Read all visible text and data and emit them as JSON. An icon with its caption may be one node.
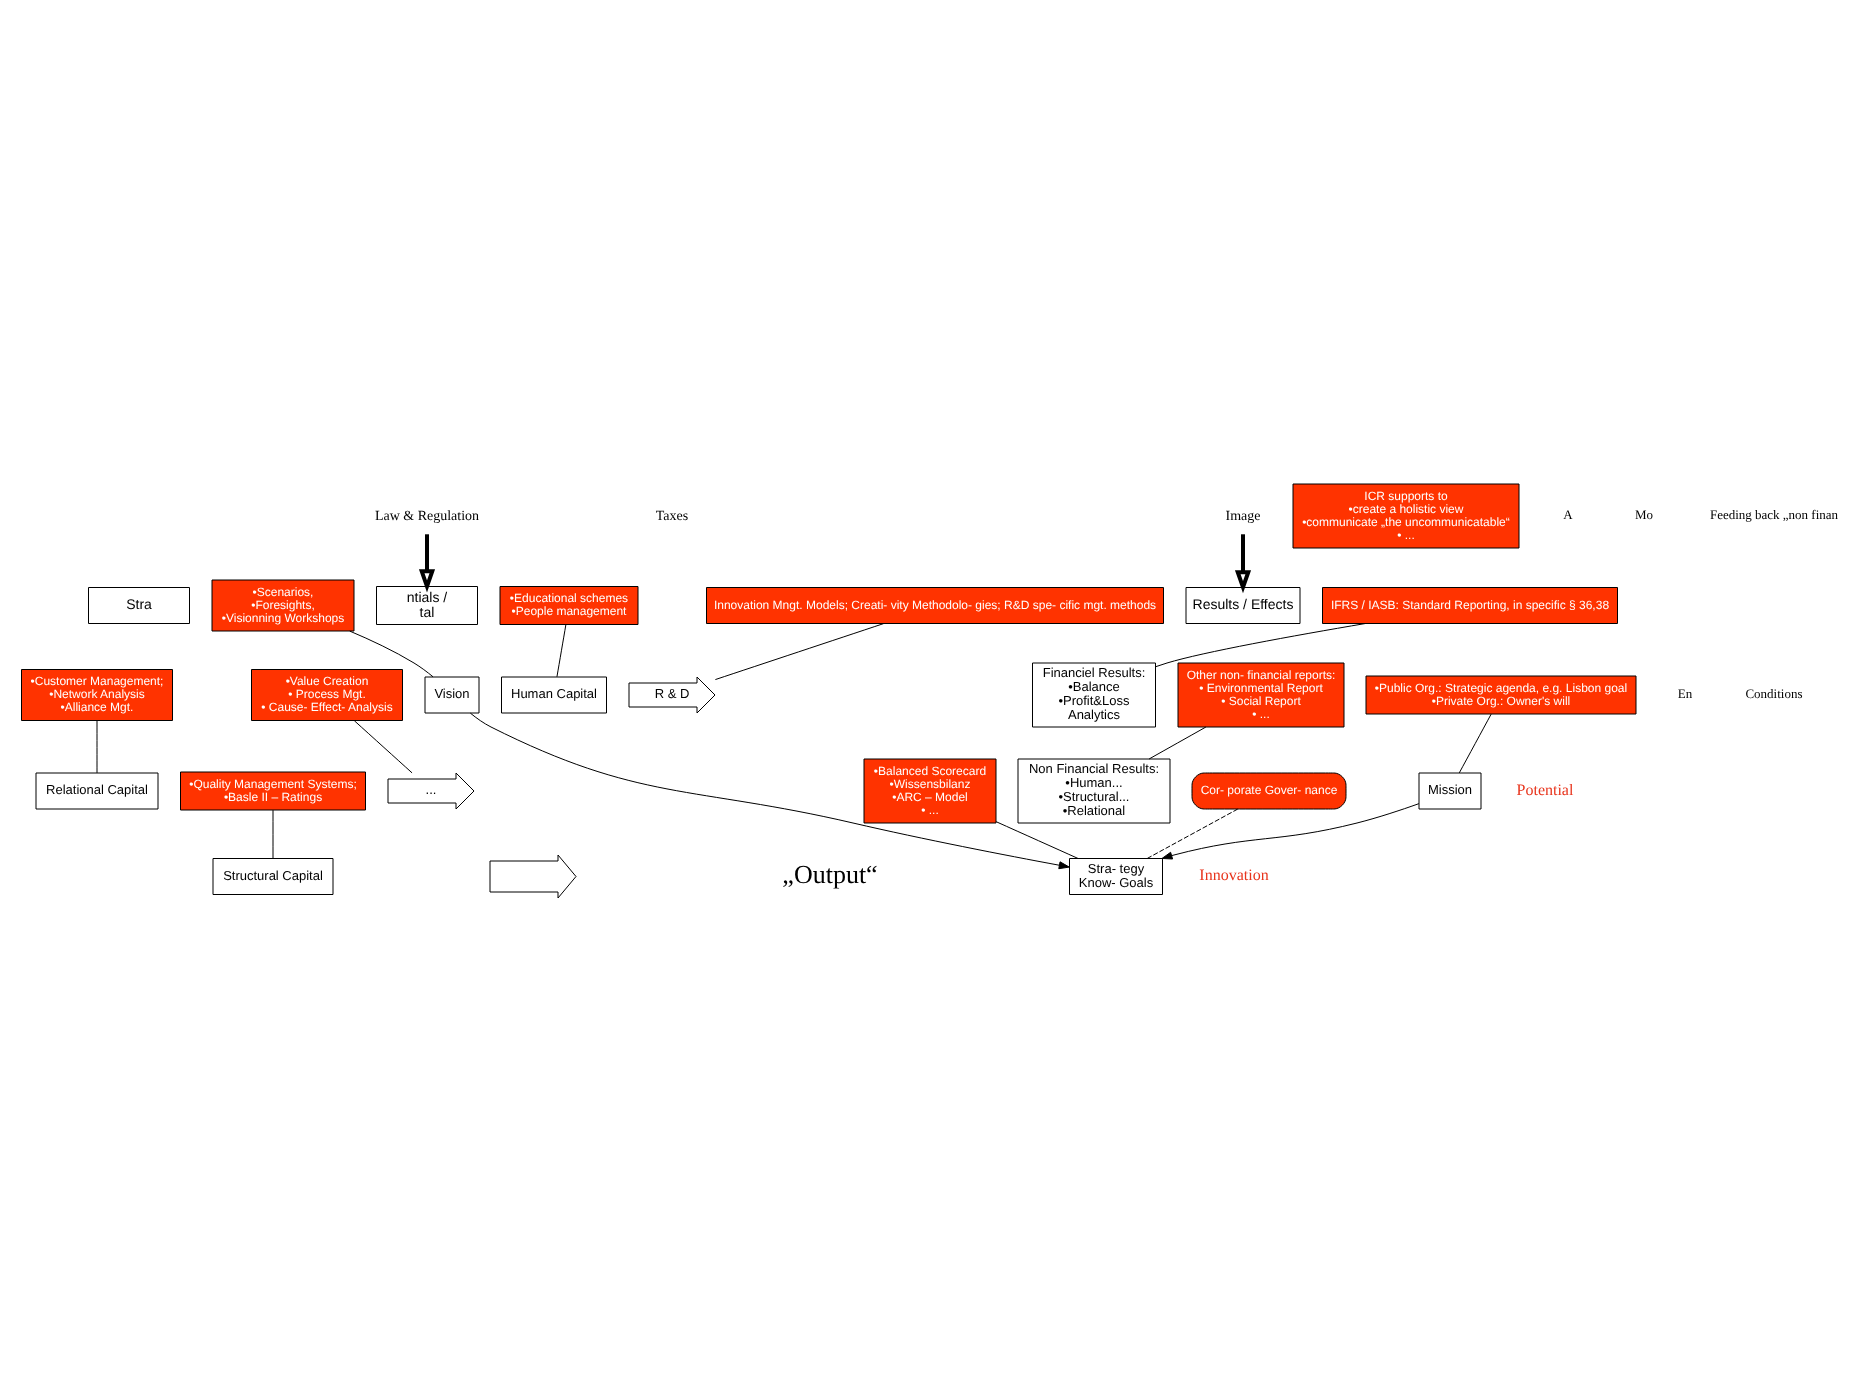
{
  "diagram": {
    "nodes": [
      {
        "text": [
          "Law & Regulation"
        ]
      },
      {
        "text": [
          "Taxes"
        ]
      },
      {
        "text": [
          "Image"
        ]
      },
      {
        "text": [
          "Stra"
        ]
      },
      {
        "text": [
          "ntials /",
          "tal"
        ]
      },
      {
        "text": [
          "Results / Effects"
        ]
      },
      {
        "text": [
          "Vision"
        ]
      },
      {
        "text": [
          "Stra- tegy",
          "Know- Goals"
        ]
      },
      {
        "text": [
          "Mission"
        ]
      },
      {
        "text": [
          "Human Capital"
        ]
      },
      {
        "text": [
          "Structural Capital"
        ]
      },
      {
        "text": [
          "Relational Capital"
        ]
      },
      {
        "text": [
          "R & D"
        ]
      },
      {
        "text": [],
        "shape": "arrow"
      },
      {
        "text": [
          "..."
        ]
      },
      {
        "text": [
          "Financiel Results:",
          "•Balance",
          "•Profit&Loss",
          "Analytics"
        ]
      },
      {
        "text": [
          "Non Financial Results:",
          "•Human...",
          "•Structural...",
          "•Relational"
        ]
      },
      {
        "text": [
          "•Scenarios,",
          "•Foresights,",
          "•Visionning Workshops"
        ]
      },
      {
        "text": [
          "•Educational schemes",
          "•People management"
        ]
      },
      {
        "text": [
          "Innovation Mngt. Models; Creati- vity Methodolo- gies; R&D spe- cific mgt. methods"
        ]
      },
      {
        "text": [
          "IFRS / IASB: Standard Reporting, in specific § 36,38"
        ]
      },
      {
        "text": [
          "•Balanced Scorecard",
          "•Wissensbilanz",
          "•ARC – Model",
          "• ..."
        ]
      },
      {
        "text": [
          "Cor- porate Gover- nance"
        ]
      },
      {
        "text": [
          "•Quality Management Systems;",
          "•Basle II – Ratings"
        ]
      },
      {
        "text": [
          "•Public Org.: Strategic agenda, e.g. Lisbon goal",
          "•Private Org.: Owner's will"
        ]
      },
      {
        "text": [
          "•Customer Management;",
          "•Network Analysis",
          "•Alliance Mgt."
        ]
      },
      {
        "text": [
          "•Value Creation",
          "• Process Mgt.",
          "• Cause- Effect- Analysis"
        ]
      },
      {
        "text": [
          "Other non- financial reports:",
          "• Environmental Report",
          "• Social Report",
          "• ..."
        ]
      },
      {
        "text": [
          "ICR supports to",
          "•create a holistic view",
          "•communicate „the uncommunicatable“",
          "• ..."
        ]
      }
    ],
    "edges": [
      {
        "from": 0,
        "to": 4,
        "arrow": "to",
        "style": "thick"
      },
      {
        "from": 2,
        "to": 5,
        "arrow": "to",
        "style": "thick"
      },
      {
        "from": 6,
        "to": 7,
        "arrow": "to"
      },
      {
        "from": 8,
        "to": 7,
        "arrow": "to"
      },
      {
        "from": 17,
        "to": 6,
        "arrow": "none"
      },
      {
        "from": 18,
        "to": 9,
        "arrow": "none"
      },
      {
        "from": 19,
        "to": 12,
        "arrow": "none"
      },
      {
        "from": 20,
        "to": 15,
        "arrow": "none"
      },
      {
        "from": 21,
        "to": 7,
        "arrow": "none"
      },
      {
        "from": 22,
        "to": 7,
        "arrow": "none",
        "style": "dashed"
      },
      {
        "from": 23,
        "to": 10,
        "arrow": "none"
      },
      {
        "from": 24,
        "to": 8,
        "arrow": "none"
      },
      {
        "from": 25,
        "to": 11,
        "arrow": "none"
      },
      {
        "from": 26,
        "to": 14,
        "arrow": "none"
      },
      {
        "from": 27,
        "to": 16,
        "arrow": "none"
      }
    ],
    "labels": [
      "En",
      "Conditions",
      "Innovation",
      "Potential",
      "„Output“",
      "A",
      "Mo",
      "Feeding back „non finan"
    ]
  }
}
